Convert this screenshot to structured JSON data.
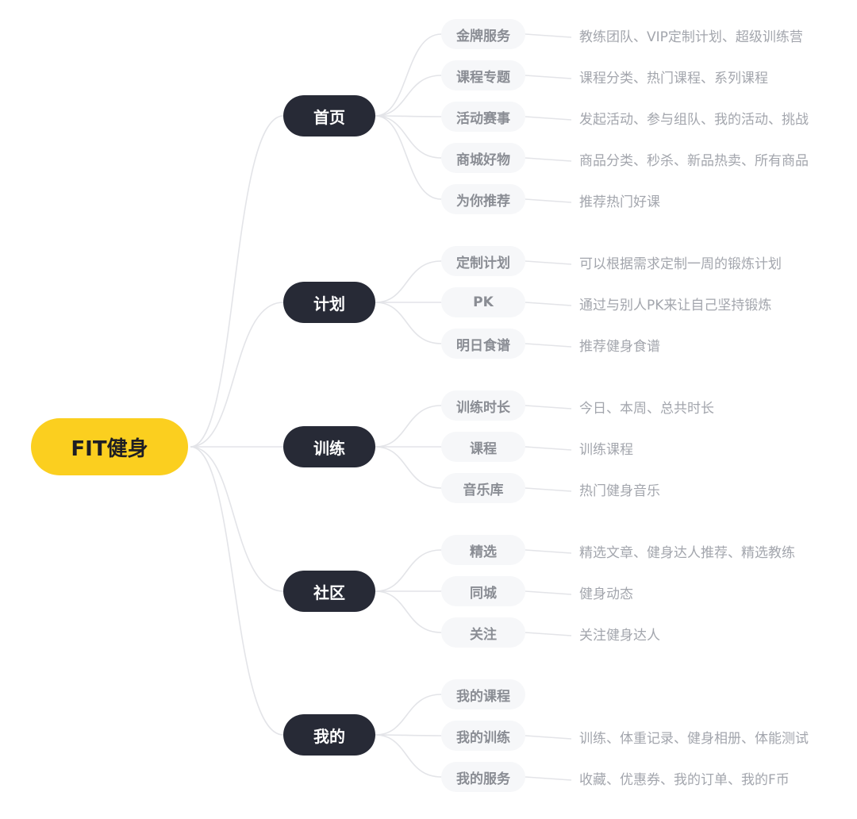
{
  "root": {
    "label": "FIT健身"
  },
  "branches": [
    {
      "label": "首页",
      "children": [
        {
          "label": "金牌服务",
          "desc": "教练团队、VIP定制计划、超级训练营"
        },
        {
          "label": "课程专题",
          "desc": "课程分类、热门课程、系列课程"
        },
        {
          "label": "活动赛事",
          "desc": "发起活动、参与组队、我的活动、挑战"
        },
        {
          "label": "商城好物",
          "desc": "商品分类、秒杀、新品热卖、所有商品"
        },
        {
          "label": "为你推荐",
          "desc": "推荐热门好课"
        }
      ]
    },
    {
      "label": "计划",
      "children": [
        {
          "label": "定制计划",
          "desc": "可以根据需求定制一周的锻炼计划"
        },
        {
          "label": "PK",
          "desc": "通过与别人PK来让自己坚持锻炼"
        },
        {
          "label": "明日食谱",
          "desc": "推荐健身食谱"
        }
      ]
    },
    {
      "label": "训练",
      "children": [
        {
          "label": "训练时长",
          "desc": "今日、本周、总共时长"
        },
        {
          "label": "课程",
          "desc": "训练课程"
        },
        {
          "label": "音乐库",
          "desc": "热门健身音乐"
        }
      ]
    },
    {
      "label": "社区",
      "children": [
        {
          "label": "精选",
          "desc": "精选文章、健身达人推荐、精选教练"
        },
        {
          "label": "同城",
          "desc": "健身动态"
        },
        {
          "label": "关注",
          "desc": "关注健身达人"
        }
      ]
    },
    {
      "label": "我的",
      "children": [
        {
          "label": "我的课程",
          "desc": ""
        },
        {
          "label": "我的训练",
          "desc": "训练、体重记录、健身相册、体能测试"
        },
        {
          "label": "我的服务",
          "desc": "收藏、优惠券、我的订单、我的F币"
        }
      ]
    }
  ],
  "colors": {
    "root": "#fbcf1f",
    "branch": "#272a36",
    "leaf": "#f6f7f9",
    "line": "#e3e4e8"
  }
}
